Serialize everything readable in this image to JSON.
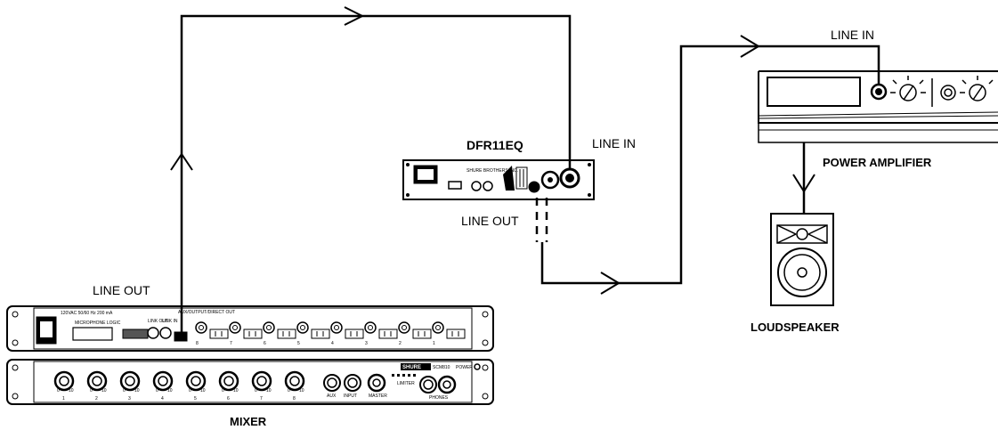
{
  "labels": {
    "mixer_line_out": "LINE OUT",
    "mixer": "MIXER",
    "dfr_title": "DFR11EQ",
    "dfr_line_in": "LINE IN",
    "dfr_line_out": "LINE OUT",
    "amp_line_in": "LINE IN",
    "power_amplifier": "POWER AMPLIFIER",
    "loudspeaker": "LOUDSPEAKER"
  },
  "mixer_top_panel": {
    "power_spec": "120VAC 50/60 Hz 200 mA",
    "logic_label": "MICROPHONE LOGIC",
    "link_out": "LINK OUT",
    "link_in": "LINK IN",
    "aux_output": "AUX/OUTPUT/DIRECT OUT",
    "channels": [
      "8",
      "7",
      "6",
      "5",
      "4",
      "3",
      "2",
      "1"
    ]
  },
  "mixer_front_panel": {
    "brand": "SHURE",
    "model": "SCM810",
    "power": "POWER",
    "channels": [
      "1",
      "2",
      "3",
      "4",
      "5",
      "6",
      "7",
      "8"
    ],
    "aux": "AUX",
    "input": "INPUT",
    "master": "MASTER",
    "limiter": "LIMITER",
    "phones": "PHONES",
    "scale_min": "0",
    "scale_max": "10"
  },
  "dfr_panel": {
    "maker": "SHURE BROTHERS INC."
  }
}
